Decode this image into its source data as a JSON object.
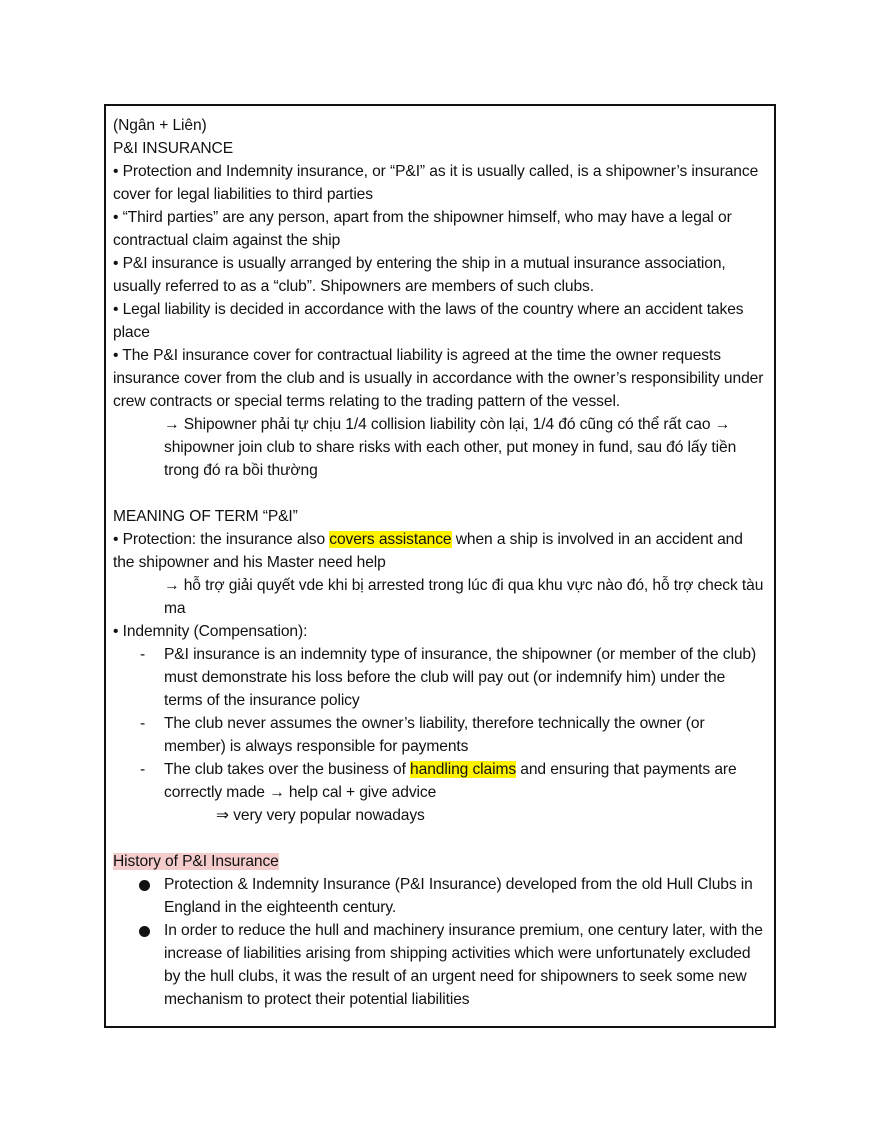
{
  "header": {
    "authors": "(Ngân + Liên)",
    "title": "P&I INSURANCE"
  },
  "intro_bullets": [
    "• Protection and Indemnity insurance, or “P&I” as it is usually called, is a shipowner’s insurance cover for legal liabilities to third parties",
    "• “Third parties” are any person, apart from the shipowner himself, who may have a legal or contractual claim against the ship",
    "• P&I insurance is usually arranged by entering the ship in a mutual insurance association, usually referred to as a “club”. Shipowners are members of such clubs.",
    "• Legal liability is decided in accordance with the laws of the country where an accident takes place",
    "• The P&I insurance cover for contractual liability is agreed at the time the owner requests insurance cover from the club and is usually in accordance with the owner’s responsibility under crew contracts or special terms relating to the trading pattern of the vessel."
  ],
  "intro_note": "→ Shipowner phải tự chịu 1/4 collision liability còn lại, 1/4 đó cũng có thể rất cao → shipowner join club to share risks with each other, put money in fund, sau đó lấy tiền trong đó ra bồi thường",
  "meaning": {
    "heading": "MEANING OF TERM “P&I”",
    "protection": {
      "prefix": "• Protection: the insurance also ",
      "highlight": "covers assistance",
      "suffix": " when a ship is involved in an accident and the shipowner and his Master need help",
      "note": "→ hỗ trợ giải quyết vde khi bị arrested trong lúc đi qua khu vực nào đó, hỗ trợ check tàu ma"
    },
    "indemnity": {
      "label": "• Indemnity (Compensation):",
      "items": [
        {
          "dash": "-",
          "text": "P&I insurance is an indemnity type of insurance, the shipowner (or member of the club) must demonstrate his loss before the club will pay out (or indemnify him) under the terms of the insurance policy"
        },
        {
          "dash": "-",
          "text": "The club never assumes the owner’s liability, therefore technically the owner (or member) is always responsible for payments"
        },
        {
          "dash": "-",
          "prefix": "The club takes over the business of ",
          "highlight": "handling claims",
          "suffix": " and ensuring that payments are correctly made → help cal + give advice"
        }
      ],
      "note": "⇒ very very popular nowadays"
    }
  },
  "history": {
    "heading": "History of P&I Insurance",
    "items": [
      "Protection & Indemnity Insurance (P&I Insurance) developed from the old Hull Clubs in England in the eighteenth century.",
      "In order to reduce the hull and machinery insurance premium, one century later, with the increase of liabilities arising from shipping activities which were unfortunately excluded by the hull clubs, it was the result of an urgent need for shipowners to seek some new mechanism to protect their potential liabilities"
    ]
  },
  "colors": {
    "highlight_yellow": "#fff200",
    "highlight_pink": "#f4cccc",
    "border": "#111111"
  }
}
